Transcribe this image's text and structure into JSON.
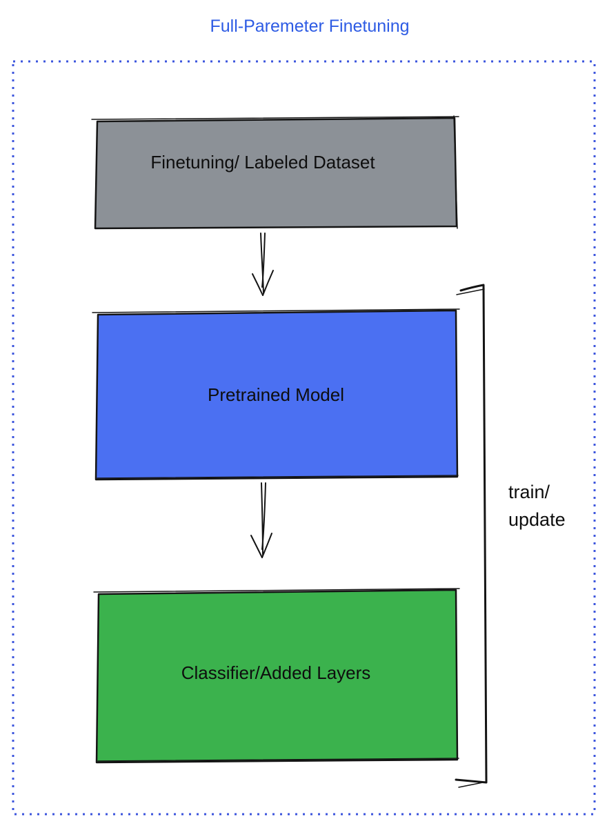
{
  "title": "Full-Paremeter Finetuning",
  "boxes": [
    {
      "id": "dataset",
      "label": "Finetuning/ Labeled Dataset",
      "fill": "#8c9197"
    },
    {
      "id": "pretrained",
      "label": "Pretrained Model",
      "fill": "#4b70f2"
    },
    {
      "id": "classifier",
      "label": "Classifier/Added Layers",
      "fill": "#3bb24d"
    }
  ],
  "bracket_label": {
    "line1": "train/",
    "line2": "update"
  },
  "colors": {
    "title": "#2d5be4",
    "border": "#3c55dd",
    "outline": "#141414",
    "box_text": "#0e0e0e"
  }
}
